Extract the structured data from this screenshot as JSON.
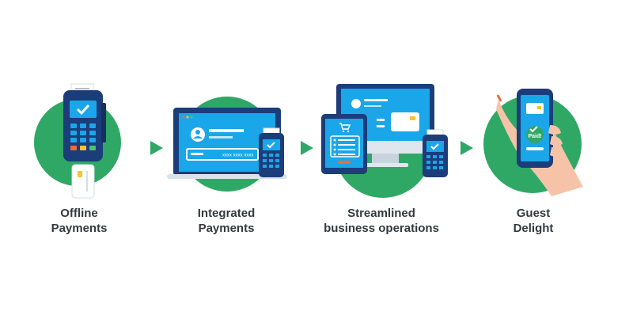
{
  "steps": [
    {
      "line1": "Offline",
      "line2": "Payments",
      "icon": "card-terminal-icon"
    },
    {
      "line1": "Integrated",
      "line2": "Payments",
      "icon": "laptop-terminal-icon"
    },
    {
      "line1": "Streamlined",
      "line2": "business operations",
      "icon": "pos-system-icon"
    },
    {
      "line1": "Guest",
      "line2": "Delight",
      "icon": "phone-paid-icon"
    }
  ],
  "terminal_text": "xxxx xxxx xxxx",
  "paid_text": "Paid!",
  "colors": {
    "green": "#2fa865",
    "blue": "#1aa6e8",
    "navy": "#1b3d7a",
    "arrow": "#2fa865",
    "text": "#333a3f"
  }
}
